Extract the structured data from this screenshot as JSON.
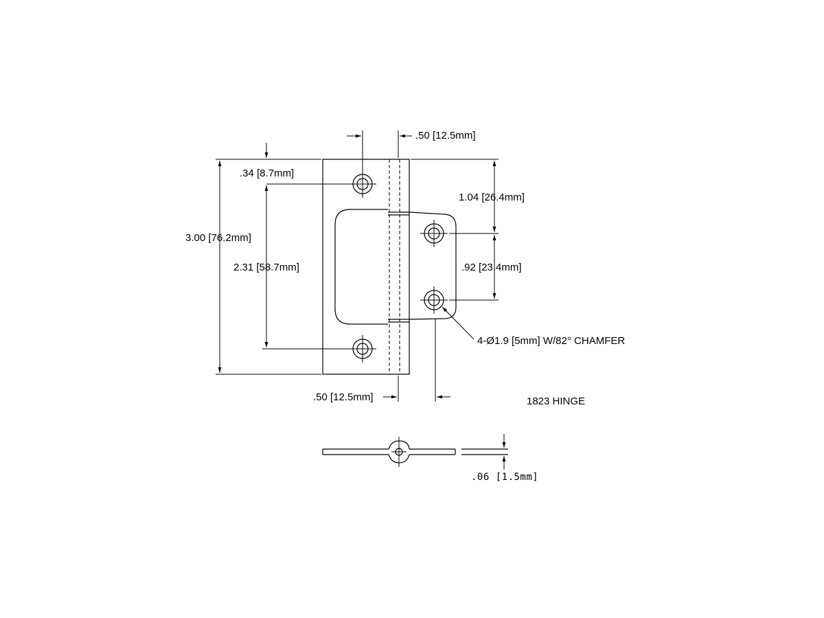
{
  "drawing": {
    "title": "1823 HINGE",
    "dimensions": {
      "overall_height": "3.00 [76.2mm]",
      "hole_spacing_left": "2.31 [58.7mm]",
      "top_offset": ".34 [8.7mm]",
      "knuckle_width_top": ".50 [12.5mm]",
      "knuckle_width_bottom": ".50 [12.5mm]",
      "leaf_top_to_hole": "1.04 [26.4mm]",
      "hole_spacing_right": ".92 [23.4mm]",
      "hole_callout": "4-Ø1.9 [5mm] W/82° CHAMFER",
      "thickness": ".06 [1.5mm]"
    }
  }
}
